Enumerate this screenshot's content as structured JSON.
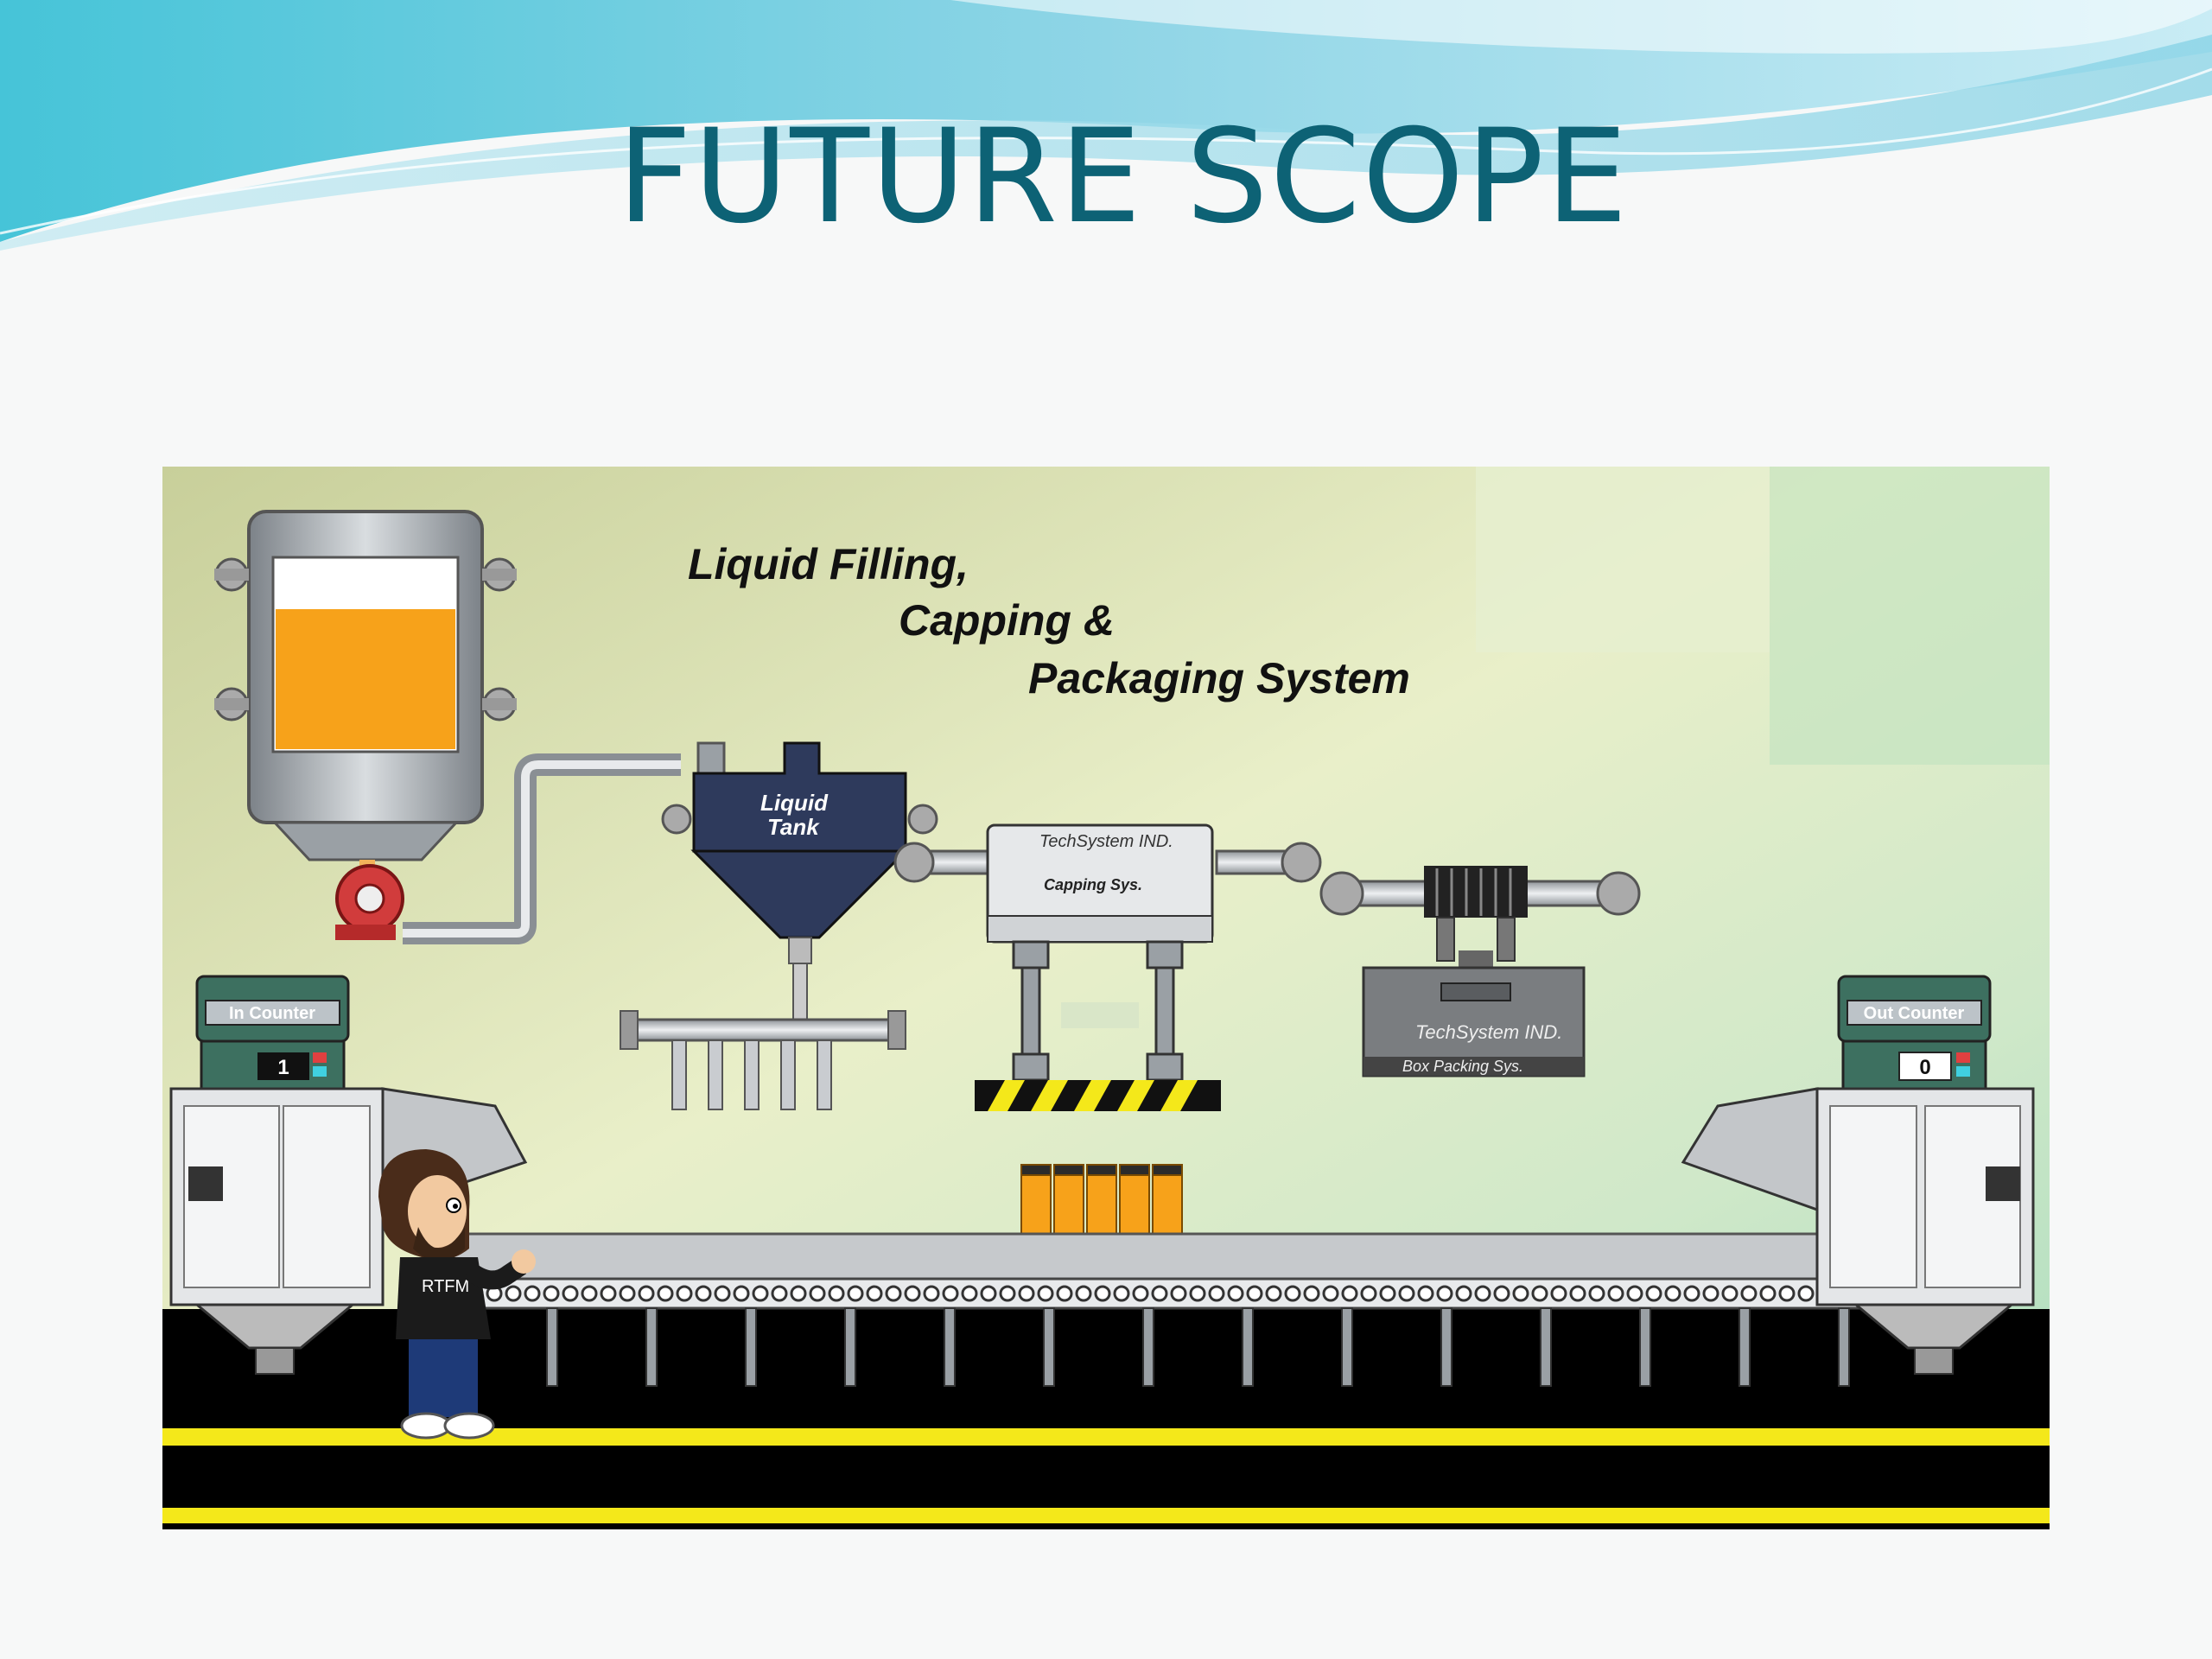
{
  "slide": {
    "title": "FUTURE SCOPE"
  },
  "scene": {
    "heading_lines": [
      "Liquid Filling,",
      "Capping &",
      "Packaging System"
    ],
    "liquid_tank_lines": [
      "Liquid",
      "Tank"
    ],
    "capper_brand": "TechSystem IND.",
    "capper_label": "Capping Sys.",
    "packer_brand": "TechSystem IND.",
    "packer_label": "Box Packing Sys.",
    "in_counter_label": "In Counter",
    "in_counter_value": "1",
    "out_counter_label": "Out Counter",
    "out_counter_value": "0",
    "shirt_text": "RTFM"
  },
  "colors": {
    "title": "#0d6275",
    "liquid": "#f7a21a",
    "tank_steel": "#9aa0a5",
    "liquid_tank_body": "#2e3a5c",
    "stripe_yellow": "#f4e81a",
    "floor": "#000000"
  }
}
